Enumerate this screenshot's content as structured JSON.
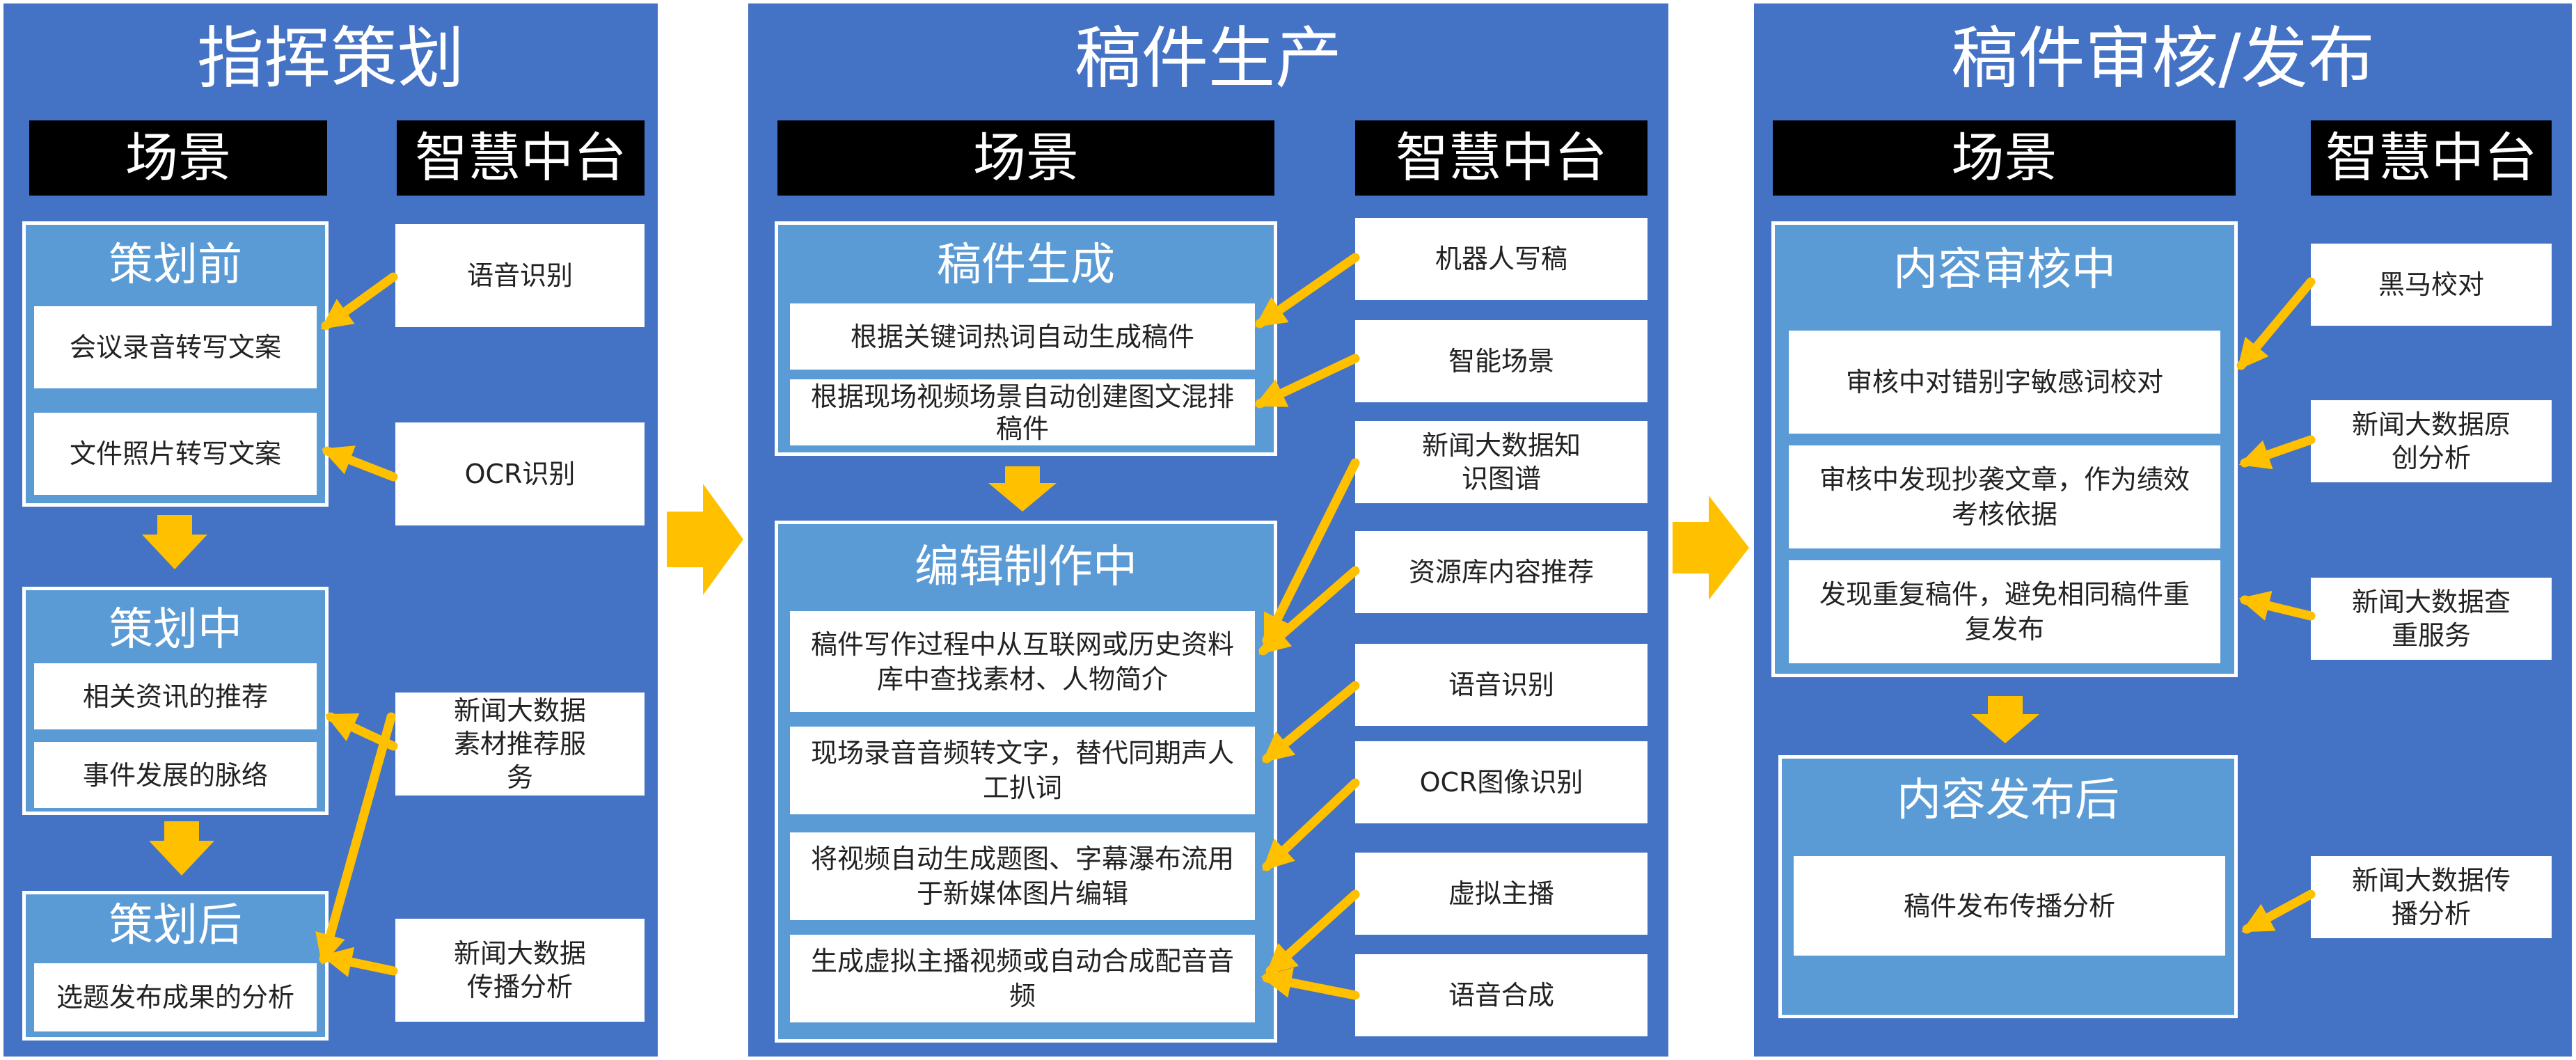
{
  "columns": [
    {
      "title": "指挥策划",
      "scene_header": "场景",
      "platform_header": "智慧中台",
      "groups": [
        {
          "title": "策划前",
          "items": [
            "会议录音转写文案",
            "文件照片转写文案"
          ]
        },
        {
          "title": "策划中",
          "items": [
            "相关资讯的推荐",
            "事件发展的脉络"
          ]
        },
        {
          "title": "策划后",
          "items": [
            "选题发布成果的分析"
          ]
        }
      ],
      "platform": [
        "语音识别",
        "OCR识别",
        "新闻大数据素材推荐服务",
        "新闻大数据传播分析"
      ]
    },
    {
      "title": "稿件生产",
      "scene_header": "场景",
      "platform_header": "智慧中台",
      "groups": [
        {
          "title": "稿件生成",
          "items": [
            "根据关键词热词自动生成稿件",
            "根据现场视频场景自动创建图文混排稿件"
          ]
        },
        {
          "title": "编辑制作中",
          "items": [
            "稿件写作过程中从互联网或历史资料库中查找素材、人物简介",
            "现场录音音频转文字，替代同期声人工扒词",
            "将视频自动生成题图、字幕瀑布流用于新媒体图片编辑",
            "生成虚拟主播视频或自动合成配音音频"
          ]
        }
      ],
      "platform": [
        "机器人写稿",
        "智能场景",
        "新闻大数据知识图谱",
        "资源库内容推荐",
        "语音识别",
        "OCR图像识别",
        "虚拟主播",
        "语音合成"
      ]
    },
    {
      "title": "稿件审核/发布",
      "scene_header": "场景",
      "platform_header": "智慧中台",
      "groups": [
        {
          "title": "内容审核中",
          "items": [
            "审核中对错别字敏感词校对",
            "审核中发现抄袭文章，作为绩效考核依据",
            "发现重复稿件，避免相同稿件重复发布"
          ]
        },
        {
          "title": "内容发布后",
          "items": [
            "稿件发布传播分析"
          ]
        }
      ],
      "platform": [
        "黑马校对",
        "新闻大数据原创分析",
        "新闻大数据查重服务",
        "新闻大数据传播分析"
      ]
    }
  ],
  "colors": {
    "panel": "#4472c4",
    "group": "#5b9bd5",
    "header": "#000000",
    "arrow": "#ffc000",
    "box": "#ffffff"
  }
}
